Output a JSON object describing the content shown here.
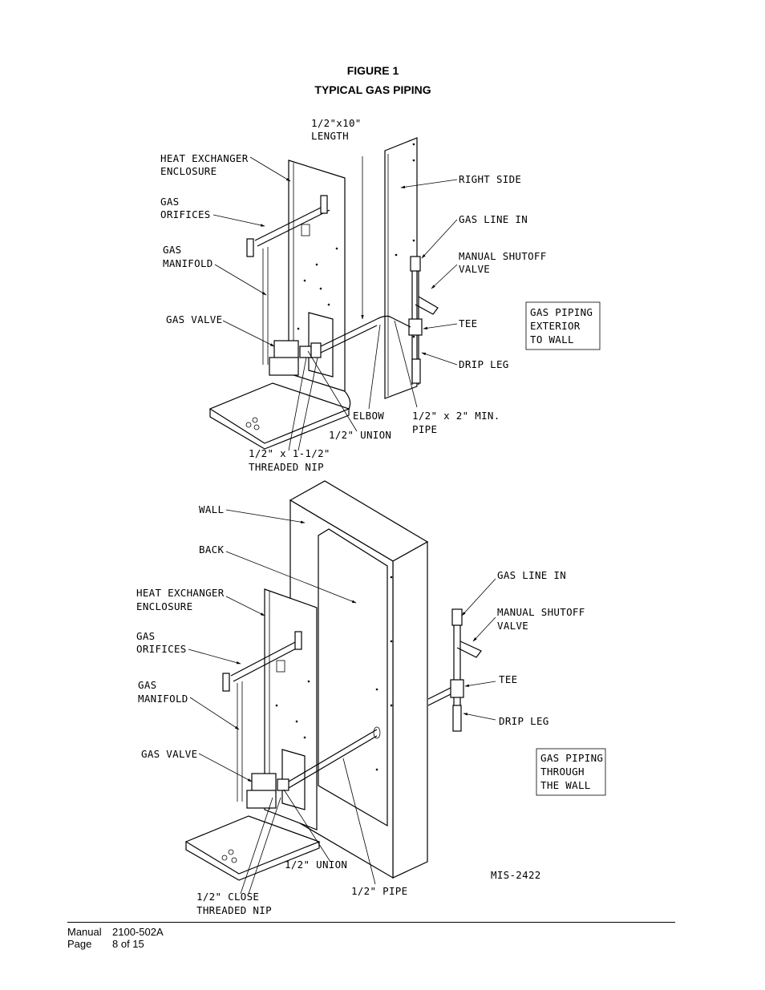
{
  "figure": {
    "title": "FIGURE  1",
    "subtitle": "TYPICAL GAS PIPING"
  },
  "top_diagram": {
    "labels": {
      "length_1": "1/2\"x10\"",
      "length_2": "LENGTH",
      "hx_1": "HEAT EXCHANGER",
      "hx_2": "ENCLOSURE",
      "orifices_1": "GAS",
      "orifices_2": "ORIFICES",
      "manifold_1": "GAS",
      "manifold_2": "MANIFOLD",
      "gas_valve": "GAS VALVE",
      "right_side": "RIGHT SIDE",
      "gas_line_in": "GAS LINE IN",
      "shutoff_1": "MANUAL SHUTOFF",
      "shutoff_2": "VALVE",
      "tee": "TEE",
      "drip_leg": "DRIP LEG",
      "elbow": "ELBOW",
      "union": "1/2\" UNION",
      "pipe_1": "1/2\" x 2\" MIN.",
      "pipe_2": "PIPE",
      "nip_1": "1/2\" x 1-1/2\"",
      "nip_2": "THREADED NIP"
    },
    "box": [
      "GAS PIPING",
      "EXTERIOR",
      "TO WALL"
    ]
  },
  "bottom_diagram": {
    "labels": {
      "wall": "WALL",
      "back": "BACK",
      "hx_1": "HEAT EXCHANGER",
      "hx_2": "ENCLOSURE",
      "orifices_1": "GAS",
      "orifices_2": "ORIFICES",
      "manifold_1": "GAS",
      "manifold_2": "MANIFOLD",
      "gas_valve": "GAS VALVE",
      "gas_line_in": "GAS LINE IN",
      "shutoff_1": "MANUAL SHUTOFF",
      "shutoff_2": "VALVE",
      "tee": "TEE",
      "drip_leg": "DRIP LEG",
      "union": "1/2\" UNION",
      "pipe": "1/2\" PIPE",
      "nip_1": "1/2\" CLOSE",
      "nip_2": "THREADED NIP",
      "drawing_no": "MIS-2422"
    },
    "box": [
      "GAS PIPING",
      "THROUGH",
      "THE WALL"
    ]
  },
  "footer": {
    "manual_label": "Manual",
    "manual_value": "2100-502A",
    "page_label": "Page",
    "page_value": "8 of 15"
  }
}
